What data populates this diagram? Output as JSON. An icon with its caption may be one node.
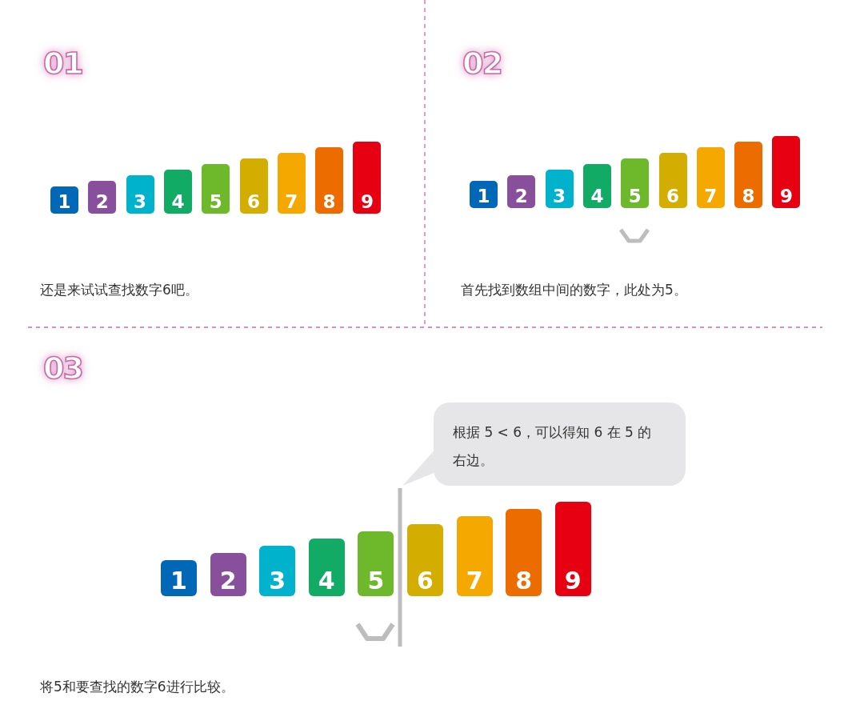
{
  "diagram": {
    "nodes": [
      {
        "text": [
          "1"
        ]
      },
      {
        "text": [
          "2"
        ]
      },
      {
        "text": [
          "3"
        ]
      },
      {
        "text": [
          "4"
        ]
      },
      {
        "text": [
          "5"
        ]
      },
      {
        "text": [
          "6"
        ]
      },
      {
        "text": [
          "7"
        ]
      },
      {
        "text": [
          "8"
        ]
      },
      {
        "text": [
          "9"
        ]
      },
      {
        "text": [
          "1"
        ]
      },
      {
        "text": [
          "2"
        ]
      },
      {
        "text": [
          "3"
        ]
      },
      {
        "text": [
          "4"
        ]
      },
      {
        "text": [
          "5"
        ]
      },
      {
        "text": [
          "6"
        ]
      },
      {
        "text": [
          "7"
        ]
      },
      {
        "text": [
          "8"
        ]
      },
      {
        "text": [
          "9"
        ]
      },
      {
        "text": [
          "1"
        ]
      },
      {
        "text": [
          "2"
        ]
      },
      {
        "text": [
          "3"
        ]
      },
      {
        "text": [
          "4"
        ]
      },
      {
        "text": [
          "5"
        ]
      },
      {
        "text": [
          "6"
        ]
      },
      {
        "text": [
          "7"
        ]
      },
      {
        "text": [
          "8"
        ]
      },
      {
        "text": [
          "9"
        ]
      },
      {
        "text": [
          "根据 5 < 6，可以得知 6 在 5 的右边。"
        ]
      }
    ],
    "labels": [
      "01",
      "02",
      "还是来试试查找数字6吧。",
      "首先找到数组中间的数字，此处为5。",
      "03",
      "将5和要查找的数字6进行比较。"
    ]
  }
}
